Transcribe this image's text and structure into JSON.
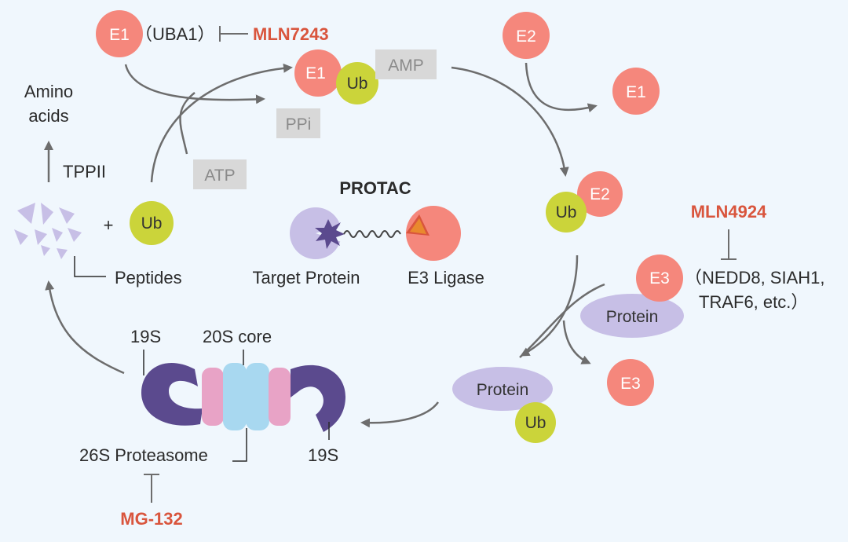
{
  "colors": {
    "background": "#f0f7fd",
    "enzyme": "#f5877c",
    "ubiquitin": "#cbd43a",
    "protein": "#c7bfe6",
    "arrow": "#6d6d6d",
    "inhibitor": "#d9553d",
    "byproduct_box": "#d8d8d8",
    "proteasome_19s": "#5b4a8e",
    "proteasome_alpha": "#e8a3c6",
    "proteasome_beta": "#a8d8f0"
  },
  "labels": {
    "e1_top": "E1",
    "uba1": "（UBA1）",
    "mln7243": "MLN7243",
    "e1_ub": "E1",
    "ub": "Ub",
    "amp": "AMP",
    "ppi": "PPi",
    "atp": "ATP",
    "e2_top": "E2",
    "e1_released": "E1",
    "e2_ub": "E2",
    "mln4924": "MLN4924",
    "e3": "E3",
    "e3_list_1": "（NEDD8, SIAH1,",
    "e3_list_2": "TRAF6, etc.）",
    "protein": "Protein",
    "e3_released": "E3",
    "protac": "PROTAC",
    "target_protein": "Target Protein",
    "e3_ligase": "E3 Ligase",
    "amino_1": "Amino",
    "amino_2": "acids",
    "tppii": "TPPII",
    "plus": "+",
    "peptides": "Peptides",
    "s19_left": "19S",
    "s20_core": "20S core",
    "s26": "26S Proteasome",
    "s19_right": "19S",
    "mg132": "MG-132"
  }
}
